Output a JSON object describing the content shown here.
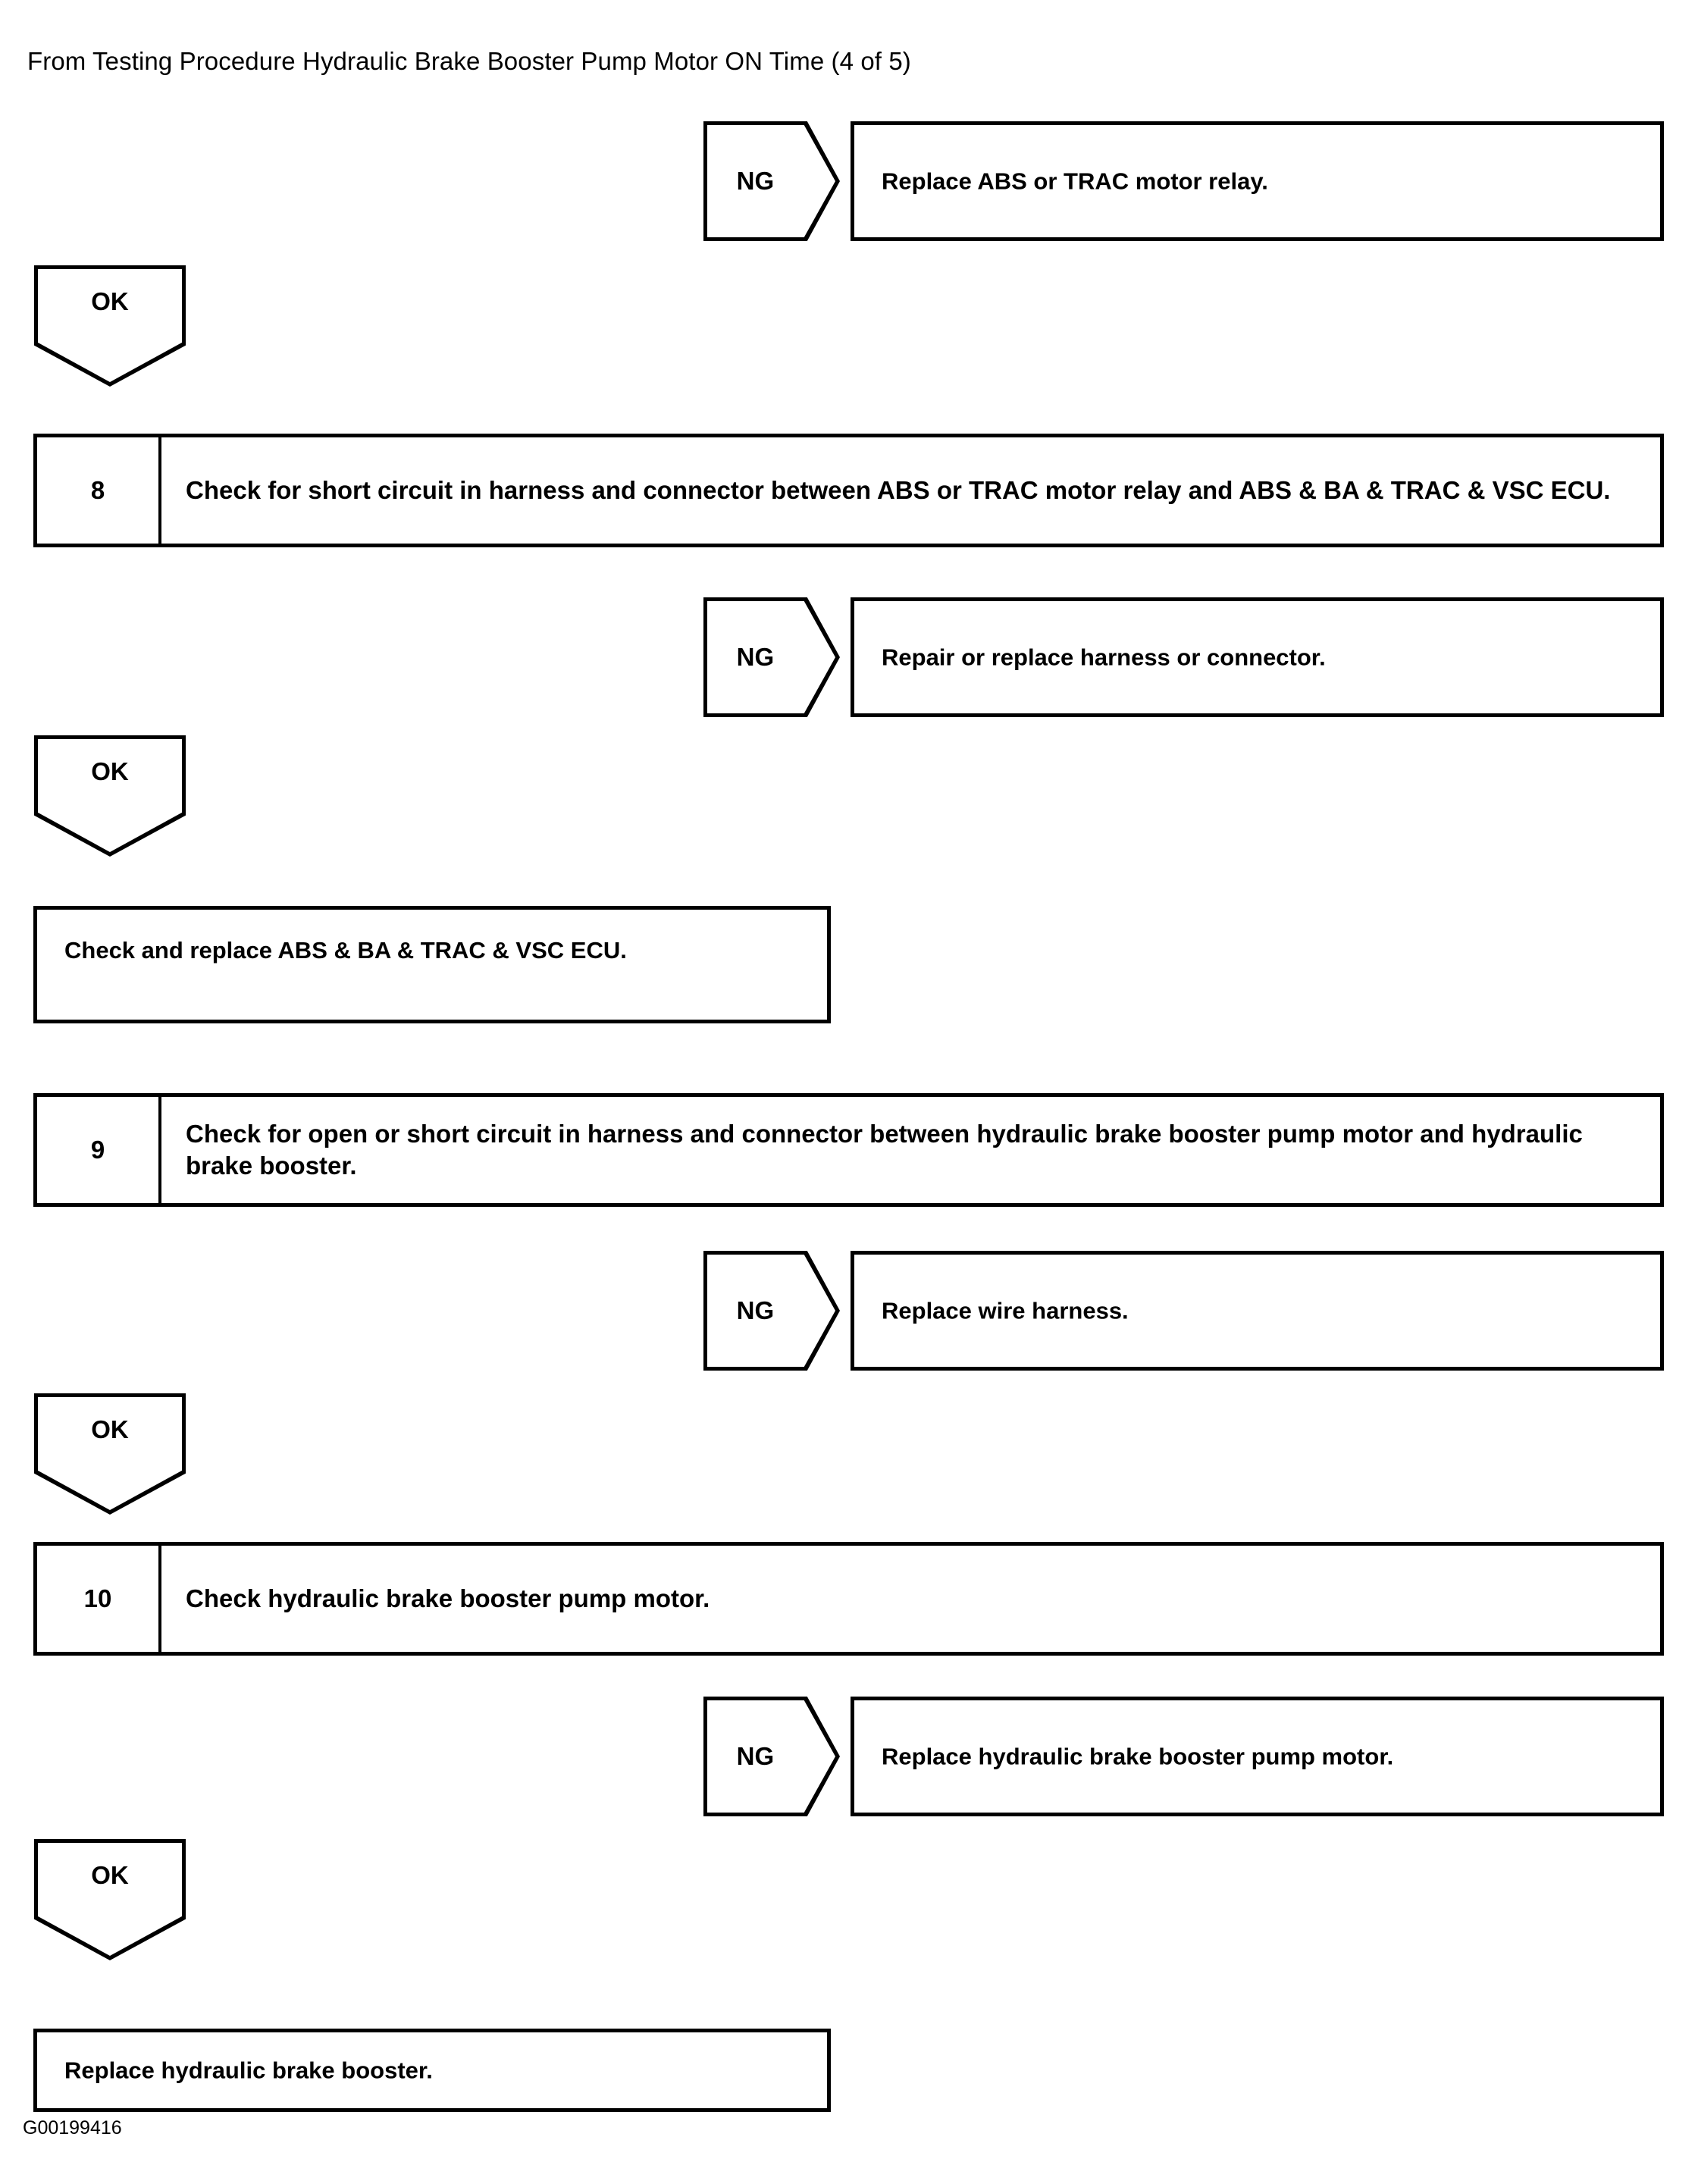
{
  "header": {
    "title": "From Testing Procedure Hydraulic Brake Booster Pump Motor ON Time (4 of 5)"
  },
  "labels": {
    "ng": "NG",
    "ok": "OK"
  },
  "flow": [
    {
      "kind": "ng-branch",
      "badge": "NG",
      "result": "Replace ABS or TRAC motor relay."
    },
    {
      "kind": "ok-connector",
      "badge": "OK"
    },
    {
      "kind": "step",
      "number": "8",
      "text": "Check for short circuit in harness and connector between ABS or TRAC motor relay and ABS & BA & TRAC & VSC ECU."
    },
    {
      "kind": "ng-branch",
      "badge": "NG",
      "result": "Repair or replace harness or connector."
    },
    {
      "kind": "ok-connector",
      "badge": "OK"
    },
    {
      "kind": "action",
      "text": "Check and replace ABS & BA & TRAC & VSC ECU."
    },
    {
      "kind": "step",
      "number": "9",
      "text": "Check for open or short circuit in harness and connector between hydraulic brake booster pump motor and hydraulic brake booster."
    },
    {
      "kind": "ng-branch",
      "badge": "NG",
      "result": "Replace wire harness."
    },
    {
      "kind": "ok-connector",
      "badge": "OK"
    },
    {
      "kind": "step",
      "number": "10",
      "text": "Check hydraulic brake booster pump motor."
    },
    {
      "kind": "ng-branch",
      "badge": "NG",
      "result": "Replace hydraulic brake booster pump motor."
    },
    {
      "kind": "ok-connector",
      "badge": "OK"
    },
    {
      "kind": "action",
      "text": "Replace hydraulic brake booster."
    }
  ],
  "footer": {
    "code": "G00199416"
  }
}
